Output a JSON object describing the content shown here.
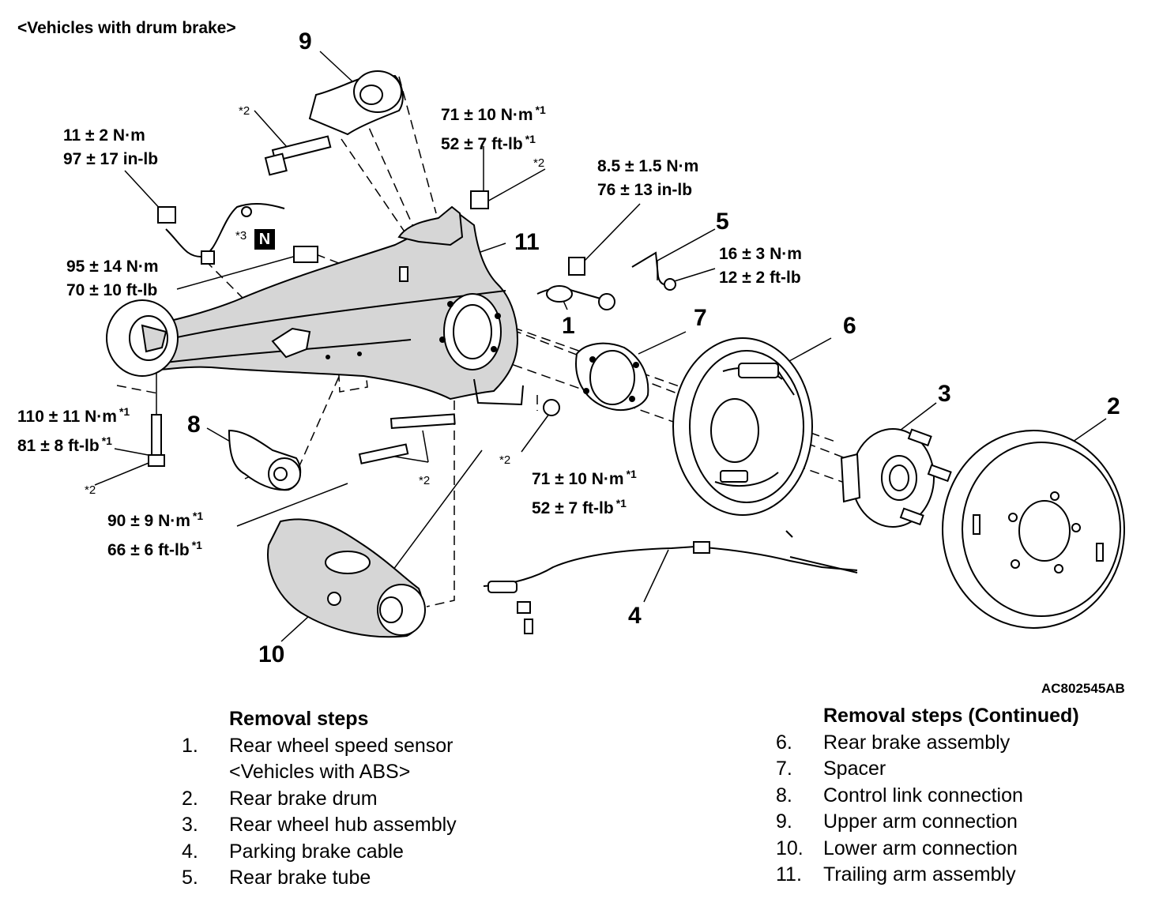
{
  "title": "<Vehicles with drum brake>",
  "figure_code": "AC802545AB",
  "callouts": [
    "1",
    "2",
    "3",
    "4",
    "5",
    "6",
    "7",
    "8",
    "9",
    "10",
    "11"
  ],
  "torque_specs": {
    "t1": [
      "11 ± 2 N·m",
      "97 ± 17 in-lb"
    ],
    "t2": [
      "71 ± 10 N·m",
      "52 ± 7 ft-lb"
    ],
    "t3": [
      "8.5 ± 1.5 N·m",
      "76 ± 13 in-lb"
    ],
    "t4": [
      "95 ± 14 N·m",
      "70 ± 10 ft-lb"
    ],
    "t5": [
      "16 ± 3 N·m",
      "12 ± 2 ft-lb"
    ],
    "t6": [
      "110 ± 11 N·m",
      "81 ± 8 ft-lb"
    ],
    "t7": [
      "71 ± 10 N·m",
      "52 ± 7 ft-lb"
    ],
    "t8": [
      "90 ± 9 N·m",
      "66 ± 6 ft-lb"
    ]
  },
  "footnote_marks": [
    "*1",
    "*2",
    "*3"
  ],
  "n_mark": "N",
  "removal_steps": {
    "heading": "Removal steps",
    "items": [
      {
        "n": "1.",
        "text": "Rear wheel speed sensor",
        "sub": "<Vehicles with ABS>"
      },
      {
        "n": "2.",
        "text": "Rear brake drum"
      },
      {
        "n": "3.",
        "text": "Rear wheel hub assembly"
      },
      {
        "n": "4.",
        "text": "Parking brake cable"
      },
      {
        "n": "5.",
        "text": "Rear brake tube"
      }
    ]
  },
  "removal_steps_continued": {
    "heading": "Removal steps (Continued)",
    "items": [
      {
        "n": "6.",
        "text": "Rear brake assembly"
      },
      {
        "n": "7.",
        "text": "Spacer"
      },
      {
        "n": "8.",
        "text": "Control link connection"
      },
      {
        "n": "9.",
        "text": "Upper arm connection"
      },
      {
        "n": "10.",
        "text": "Lower arm connection"
      },
      {
        "n": "11.",
        "text": "Trailing arm assembly"
      }
    ]
  }
}
